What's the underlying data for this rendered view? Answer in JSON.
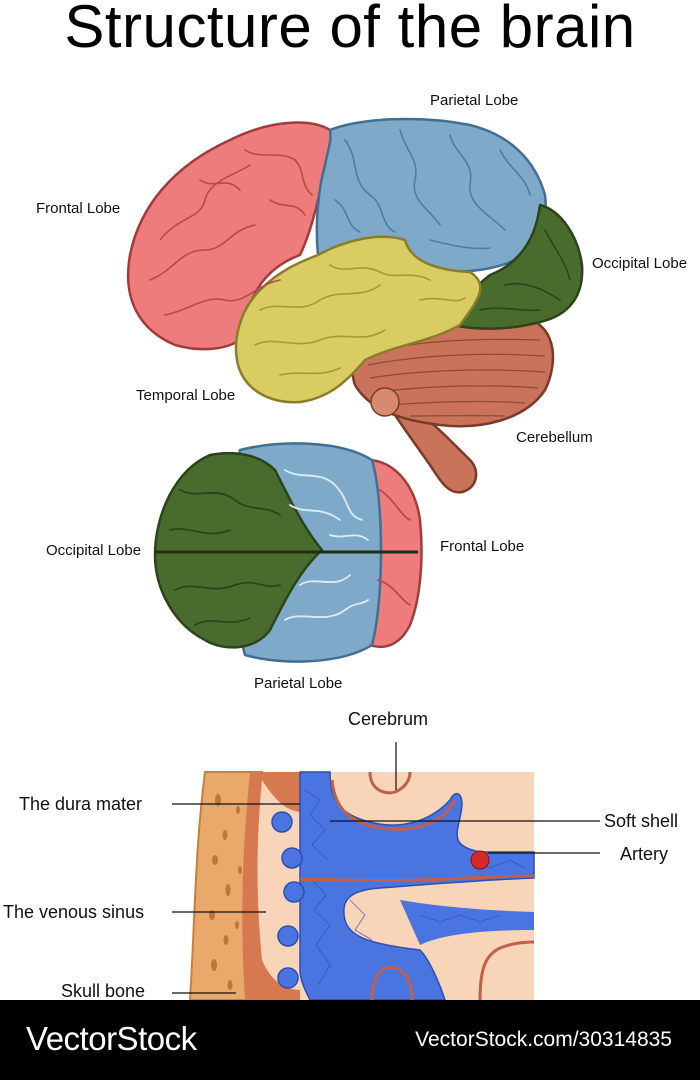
{
  "title": "Structure of the brain",
  "side_view": {
    "labels": {
      "frontal": "Frontal Lobe",
      "parietal": "Parietal Lobe",
      "occipital": "Occipital Lobe",
      "temporal": "Temporal Lobe",
      "cerebellum": "Cerebellum"
    }
  },
  "top_view": {
    "labels": {
      "occipital": "Occipital Lobe",
      "frontal": "Frontal Lobe",
      "parietal": "Parietal Lobe"
    }
  },
  "cross_section": {
    "labels": {
      "cerebrum": "Cerebrum",
      "dura_mater": "The dura mater",
      "soft_shell": "Soft shell",
      "artery": "Artery",
      "venous_sinus": "The venous sinus",
      "skull_bone": "Skull bone"
    }
  },
  "footer": {
    "brand": "VectorStock",
    "image_id": "VectorStock.com/30314835"
  },
  "colors": {
    "frontal": "#ee7c7c",
    "parietal": "#7fa9c9",
    "occipital": "#4a6b2e",
    "temporal": "#d9cc62",
    "cerebellum": "#c8735a",
    "vessels": "#4a74e0",
    "skull": "#e8a96a",
    "brain_tissue": "#f8d4b8"
  }
}
